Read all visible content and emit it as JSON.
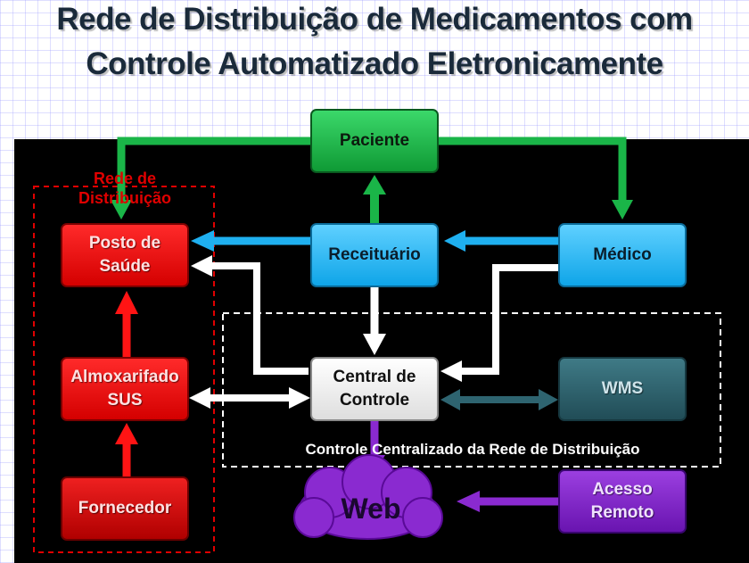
{
  "title": {
    "line1": "Rede de Distribuição de Medicamentos com",
    "line2": "Controle Automatizado Eletronicamente"
  },
  "groups": {
    "rede": "Rede de Distribuição",
    "controle": "Controle Centralizado da Rede de Distribuição"
  },
  "nodes": {
    "paciente": "Paciente",
    "receituario": "Receituário",
    "medico": "Médico",
    "posto": "Posto de Saúde",
    "almoxarifado": "Almoxarifado SUS",
    "fornecedor": "Fornecedor",
    "central": "Central de Controle",
    "wms": "WMS",
    "web": "Web",
    "acesso": "Acesso Remoto"
  },
  "colors": {
    "green": "#1ab548",
    "blue": "#1fb0f0",
    "red": "#ff1414",
    "white": "#ffffff",
    "teal": "#2e6470",
    "purple": "#8a2ad0"
  }
}
